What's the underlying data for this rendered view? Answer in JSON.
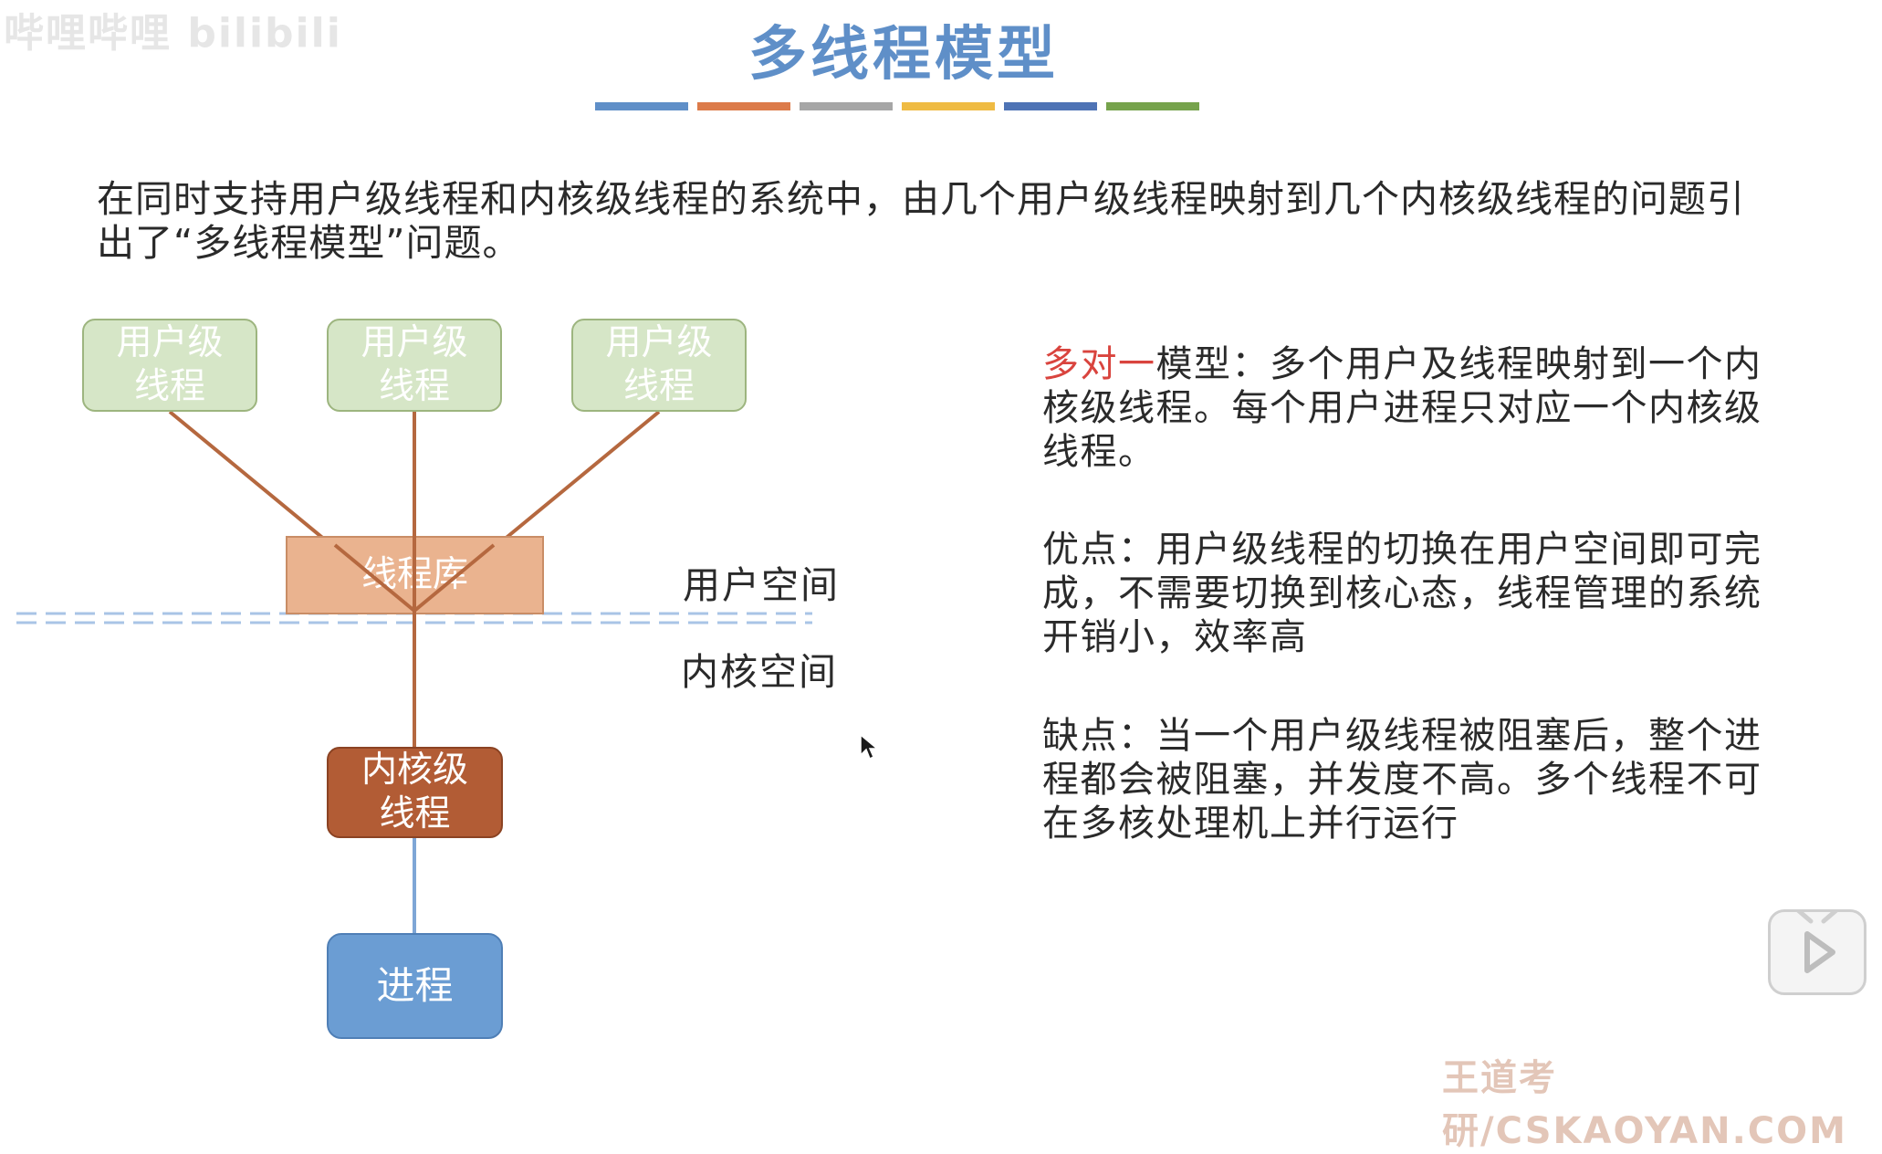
{
  "watermark_tl": "哔哩哔哩 bilibili",
  "title": "多线程模型",
  "title_bar_colors": [
    "#5f8fc8",
    "#dc7b4a",
    "#a6a6a6",
    "#efbb43",
    "#4e73b5",
    "#76a34c"
  ],
  "intro": "在同时支持用户级线程和内核级线程的系统中，由几个用户级线程映射到几个内核级线程的问题引出了“多线程模型”问题。",
  "diagram": {
    "user_threads": [
      "用户级\n线程",
      "用户级\n线程",
      "用户级\n线程"
    ],
    "thread_library": "线程库",
    "kernel_thread": "内核级\n线程",
    "process": "进程",
    "user_space_label": "用户空间",
    "kernel_space_label": "内核空间",
    "colors": {
      "user_thread_fill": "#d6e6c7",
      "library_fill": "#eab38f",
      "kernel_thread_fill": "#b25c35",
      "process_fill": "#6b9dd3",
      "mapping_line": "#b5683f",
      "boundary_dash": "#a9c4e6"
    }
  },
  "right_text": {
    "model_name": "多对一",
    "model_desc": "模型：多个用户及线程映射到一个内核级线程。每个用户进程只对应一个内核级线程。",
    "advantages": "优点：用户级线程的切换在用户空间即可完成，不需要切换到核心态，线程管理的系统开销小，效率高",
    "disadvantages": "缺点：当一个用户级线程被阻塞后，整个进程都会被阻塞，并发度不高。多个线程不可在多核处理机上并行运行"
  },
  "watermark_br": "王道考研/CSKAOYAN.COM",
  "icons": {
    "play": "play-icon",
    "cursor": "cursor-icon"
  }
}
